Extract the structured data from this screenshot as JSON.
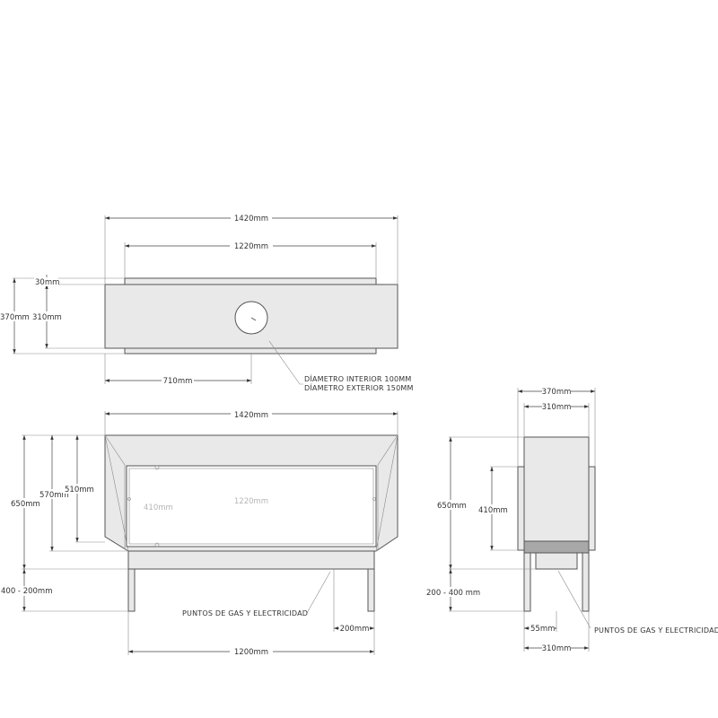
{
  "top_view": {
    "width_total": "1420mm",
    "width_inner": "1220mm",
    "depth_small": "30mm",
    "depth_total": "370mm",
    "depth_inner": "310mm",
    "flue_offset": "710mm",
    "flue_note_1": "DÍAMETRO INTERIOR 100MM",
    "flue_note_2": "DÍAMETRO EXTERIOR 150MM"
  },
  "front_view": {
    "width_total": "1420mm",
    "height_total": "650mm",
    "height_570": "570mm",
    "height_510": "510mm",
    "glass_width": "1220mm",
    "glass_height": "410mm",
    "leg_height": "400 - 200mm",
    "gas_note": "PUNTOS DE GAS Y ELECTRICIDAD",
    "gas_offset": "200mm",
    "base_width": "1200mm"
  },
  "side_view": {
    "depth_total": "370mm",
    "depth_inner": "310mm",
    "height_total": "650mm",
    "glass_height": "410mm",
    "leg_height": "200 - 400 mm",
    "gas_offset": "55mm",
    "gas_note": "PUNTOS DE GAS Y ELECTRICIDAD",
    "base_depth": "310mm"
  }
}
